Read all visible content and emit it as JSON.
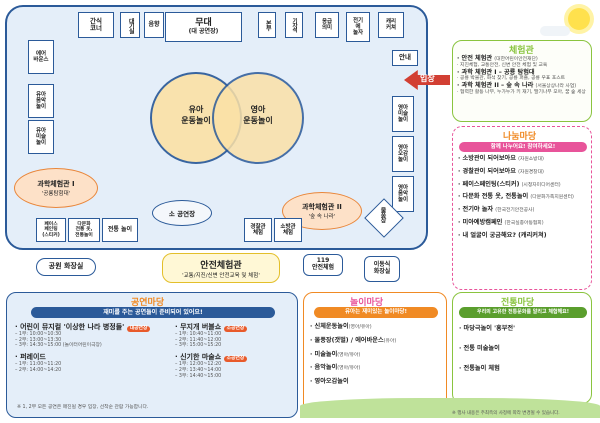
{
  "map": {
    "stage": {
      "title": "무대",
      "subtitle": "(대 공연장)"
    },
    "top_booths": [
      "간식\n코너",
      "대기실",
      "음향"
    ],
    "right_booths": [
      "본부",
      "기자석",
      "응급\n의미",
      "전기\n에\n놀자",
      "캐리\n커쳐"
    ],
    "guide": "안내",
    "entrance": "입장",
    "left_booths": [
      "에어\n바운스",
      "유아\n음악\n놀이",
      "유아\n미술\n놀이"
    ],
    "circle_left": "유아\n운동놀이",
    "circle_right": "영아\n운동놀이",
    "right_col": [
      "영아\n미술\n놀이",
      "영아\n오감\n놀이",
      "영아\n음악\n놀이"
    ],
    "science1": {
      "title": "과학체험관 I",
      "subtitle": "'공룡탐험대'"
    },
    "science2": {
      "title": "과학체험관 II",
      "subtitle": "'숲 속 나라'"
    },
    "small_stage": "소 공연장",
    "bottom_booths": [
      "페이스\n페인팅\n(스티커)",
      "다문화\n전통 옷,\n전통놀이",
      "전통 놀이"
    ],
    "police": "경찰관\n체험",
    "firefighter": "소방관\n체험",
    "bubble": "물풍장",
    "restroom_park": "공원 화장실",
    "safety_title": "안전체험관",
    "safety_sub": "'교통/지진/신변 안전교육 및 체험'",
    "hotline": "119\n안전체험",
    "mobile_restroom": "이동식\n화장실"
  },
  "right_panel": {
    "sec1_title": "체험관",
    "sec1_items": [
      {
        "label": "· 안전 체험관",
        "note": "(대한어린이안전재단)"
      },
      {
        "label": "· 과학 체험관 I – 공룡 탐험대",
        "note": ""
      },
      {
        "label": "· 과학 체험관 II – 숲 속 나라",
        "note": "(서울상상나라 사업)"
      }
    ],
    "sec1_subs": [
      "· 지진체험, 교통안전, 신변 안전 체험 및 교육",
      "· 공룡 박물관, 화석 찾기, 공룡 퍼즐, 공룡 우표 포스트",
      "· 협력한 활동 나무, 누가누가 키 재기, 딸기나무 모아, 꿈 숲 세상"
    ],
    "sec2_title": "나눔마당",
    "sec2_banner": "함께 나누어요! 참여하세요!",
    "sec2_items": [
      "· 소방관이 되어보아요",
      "· 경찰관이 되어보아요",
      "· 페이스페인팅(스티커)",
      "· 다문화 전통 옷, 전통놀이",
      "· 전기야 놀자",
      "· 미아예방캠페인",
      "· 내 얼굴이 궁금해요? (캐리커쳐)"
    ],
    "sec2_notes": [
      "(자원소방대)",
      "(자원경찰대)",
      "(시청자미디어센터)",
      "(다문화가족지원센터)",
      "(한국전기안전공사)",
      "(한국실종아동협회)",
      ""
    ]
  },
  "bottom_panels": {
    "p1_title": "공연마당",
    "p1_banner": "재미를 주는 공연들이 준비되어 있어요!",
    "p1_items": [
      {
        "title": "· 어린이 뮤지컬 '이상한 나라 병정들'",
        "lines": [
          "– 1부: 10:00~10:30",
          "– 2부: 13:00~13:30",
          "– 3부: 14:30~15:00 (놀이터어린이극장)"
        ]
      },
      {
        "title": "· 퍼레이드",
        "lines": [
          "– 1부: 11:00~11:20",
          "– 2부: 14:00~14:20"
        ]
      }
    ],
    "p1_tag": "대공연장",
    "p1_items2": [
      {
        "title": "· 무지개 버블쇼",
        "lines": [
          "– 1부: 10:40~11:00",
          "– 2부: 11:40~12:00",
          "– 3부: 15:00~15:20"
        ]
      },
      {
        "title": "· 신기한 마술쇼",
        "lines": [
          "– 1부: 12:00~12:20",
          "– 2부: 13:40~14:00",
          "– 3부: 14:40~15:00"
        ]
      }
    ],
    "p1_tag2": "소공연장",
    "p1_note": "※ 1, 2부 모든 공연은 매진될 경우 입장, 선착순 관람 가능합니다.",
    "p2_title": "놀이마당",
    "p2_banner": "유아는 재미있는 놀이마당!",
    "p2_items": [
      {
        "title": "· 신체운동놀이",
        "note": "(영아/유아)"
      },
      {
        "title": "· 물풍장(갯벌) / 에어바운스",
        "note": "(유아)"
      },
      {
        "title": "· 미술놀이",
        "note": "(영아/유아)"
      },
      {
        "title": "· 음악놀이",
        "note": "(영아/유아)"
      },
      {
        "title": "· 영아오감놀이",
        "note": ""
      }
    ],
    "p3_title": "전통마당",
    "p3_banner": "우리의 고유한 전통문화를 알리고 체험해요!",
    "p3_items": [
      "· 마당극놀이 '흥부전'",
      "· 전통 미술놀이",
      "· 전통놀이 체험"
    ],
    "footer_note": "※ 행사 내용은 주최측의 사정에 따라 변경될 수 있습니다."
  },
  "colors": {
    "frame_blue": "#2b5a99",
    "panel_blue": "#e4eef9",
    "entrance_red": "#d23f33",
    "accent_green": "#8ac43f",
    "accent_pink": "#e8549a",
    "accent_orange": "#f08a24"
  }
}
